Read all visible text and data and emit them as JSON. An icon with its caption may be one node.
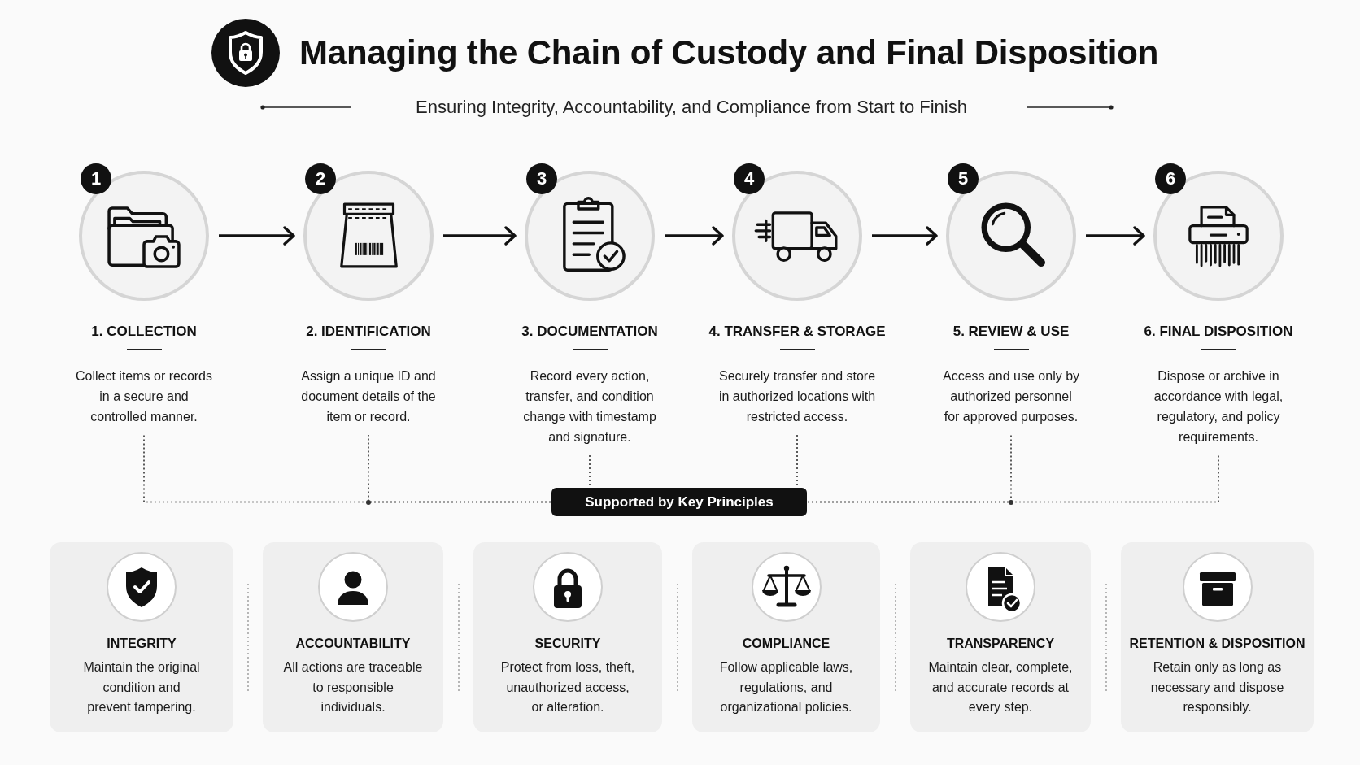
{
  "diagram": {
    "title": "Managing the Chain of Custody and Final Disposition",
    "nodes": [
      {
        "text": [
          "1"
        ]
      },
      {
        "text": [
          "1. COLLECTION",
          "Collect items or records in a secure and controlled manner."
        ]
      },
      {
        "text": [
          "2"
        ]
      },
      {
        "text": [
          "2. IDENTIFICATION",
          "Assign a unique ID and document details of the item or record."
        ]
      },
      {
        "text": [
          "3"
        ]
      },
      {
        "text": [
          "3. DOCUMENTATION",
          "Record every action, transfer, and condition change with timestamp and signature."
        ]
      },
      {
        "text": [
          "4"
        ]
      },
      {
        "text": [
          "4. TRANSFER & STORAGE",
          "Securely transfer and store in authorized locations with restricted access."
        ]
      },
      {
        "text": [
          "5"
        ]
      },
      {
        "text": [
          "5. REVIEW & USE",
          "Access and use only by authorized personnel for approved purposes."
        ]
      },
      {
        "text": [
          "6"
        ]
      },
      {
        "text": [
          "6. FINAL DISPOSITION",
          "Dispose or archive in accordance with legal, regulatory, and policy requirements."
        ]
      },
      {
        "text": [
          "Supported by Key Principles"
        ]
      },
      {
        "text": [
          "INTEGRITY",
          "Maintain the original condition and prevent tampering."
        ]
      },
      {
        "text": [
          "ACCOUNTABILITY",
          "All actions are traceable to responsible individuals."
        ]
      },
      {
        "text": [
          "SECURITY",
          "Protect from loss, theft, unauthorized access, or alteration."
        ]
      },
      {
        "text": [
          "COMPLIANCE",
          "Follow applicable laws, regulations, and organizational policies."
        ]
      },
      {
        "text": [
          "TRANSPARENCY",
          "Maintain clear, complete, and accurate records at every step."
        ]
      },
      {
        "text": [
          "RETENTION & DISPOSITION",
          "Retain only as long as necessary and dispose responsibly."
        ]
      }
    ],
    "edges": [
      {
        "from": 0,
        "to": 2,
        "arrow": "to"
      },
      {
        "from": 2,
        "to": 4,
        "arrow": "to"
      },
      {
        "from": 4,
        "to": 6,
        "arrow": "to"
      },
      {
        "from": 6,
        "to": 8,
        "arrow": "to"
      },
      {
        "from": 8,
        "to": 10,
        "arrow": "to"
      },
      {
        "from": 1,
        "to": 12,
        "arrow": "none",
        "style": "dashed"
      },
      {
        "from": 3,
        "to": 12,
        "arrow": "none",
        "style": "dashed"
      },
      {
        "from": 5,
        "to": 12,
        "arrow": "none",
        "style": "dashed"
      },
      {
        "from": 7,
        "to": 12,
        "arrow": "none",
        "style": "dashed"
      },
      {
        "from": 9,
        "to": 12,
        "arrow": "none",
        "style": "dashed"
      },
      {
        "from": 11,
        "to": 12,
        "arrow": "none",
        "style": "dashed"
      }
    ],
    "labels": [
      "Ensuring Integrity, Accountability, and Compliance from Start to Finish"
    ]
  }
}
